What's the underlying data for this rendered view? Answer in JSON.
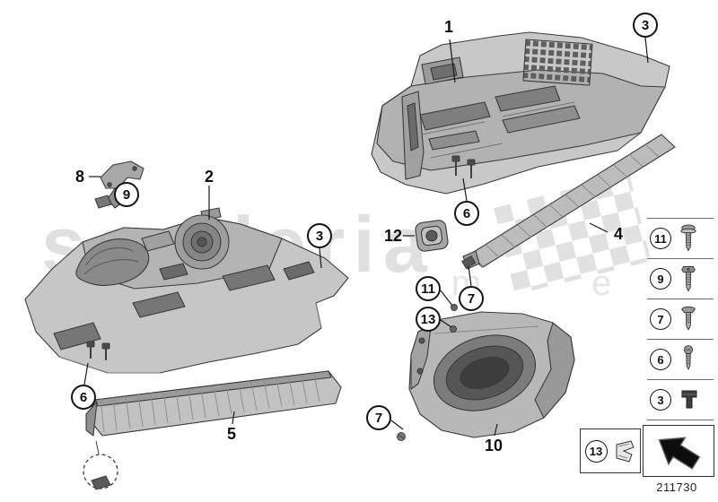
{
  "watermark": {
    "brand": "sonderia",
    "letters": "s t e m e"
  },
  "footer": {
    "diagram_number": "211730"
  },
  "callouts": [
    {
      "label": "1",
      "circled": false
    },
    {
      "label": "3",
      "circled": true
    },
    {
      "label": "8",
      "circled": false
    },
    {
      "label": "9",
      "circled": true
    },
    {
      "label": "2",
      "circled": false
    },
    {
      "label": "3",
      "circled": true
    },
    {
      "label": "12",
      "circled": false
    },
    {
      "label": "6",
      "circled": true
    },
    {
      "label": "4",
      "circled": false
    },
    {
      "label": "11",
      "circled": true
    },
    {
      "label": "13",
      "circled": true
    },
    {
      "label": "7",
      "circled": true
    },
    {
      "label": "7",
      "circled": true
    },
    {
      "label": "10",
      "circled": false
    },
    {
      "label": "5",
      "circled": false
    },
    {
      "label": "6",
      "circled": true
    }
  ],
  "legend": {
    "rows": [
      {
        "label": "11",
        "icon": "pan-head-screw-icon"
      },
      {
        "label": "9",
        "icon": "torx-screw-icon"
      },
      {
        "label": "7",
        "icon": "oval-head-screw-icon"
      },
      {
        "label": "6",
        "icon": "round-head-screw-icon"
      },
      {
        "label": "3",
        "icon": "plastic-clip-icon"
      }
    ],
    "extra": {
      "label": "13",
      "icon": "spring-clip-icon"
    },
    "arrow_icon": "continuation-arrow-icon"
  }
}
